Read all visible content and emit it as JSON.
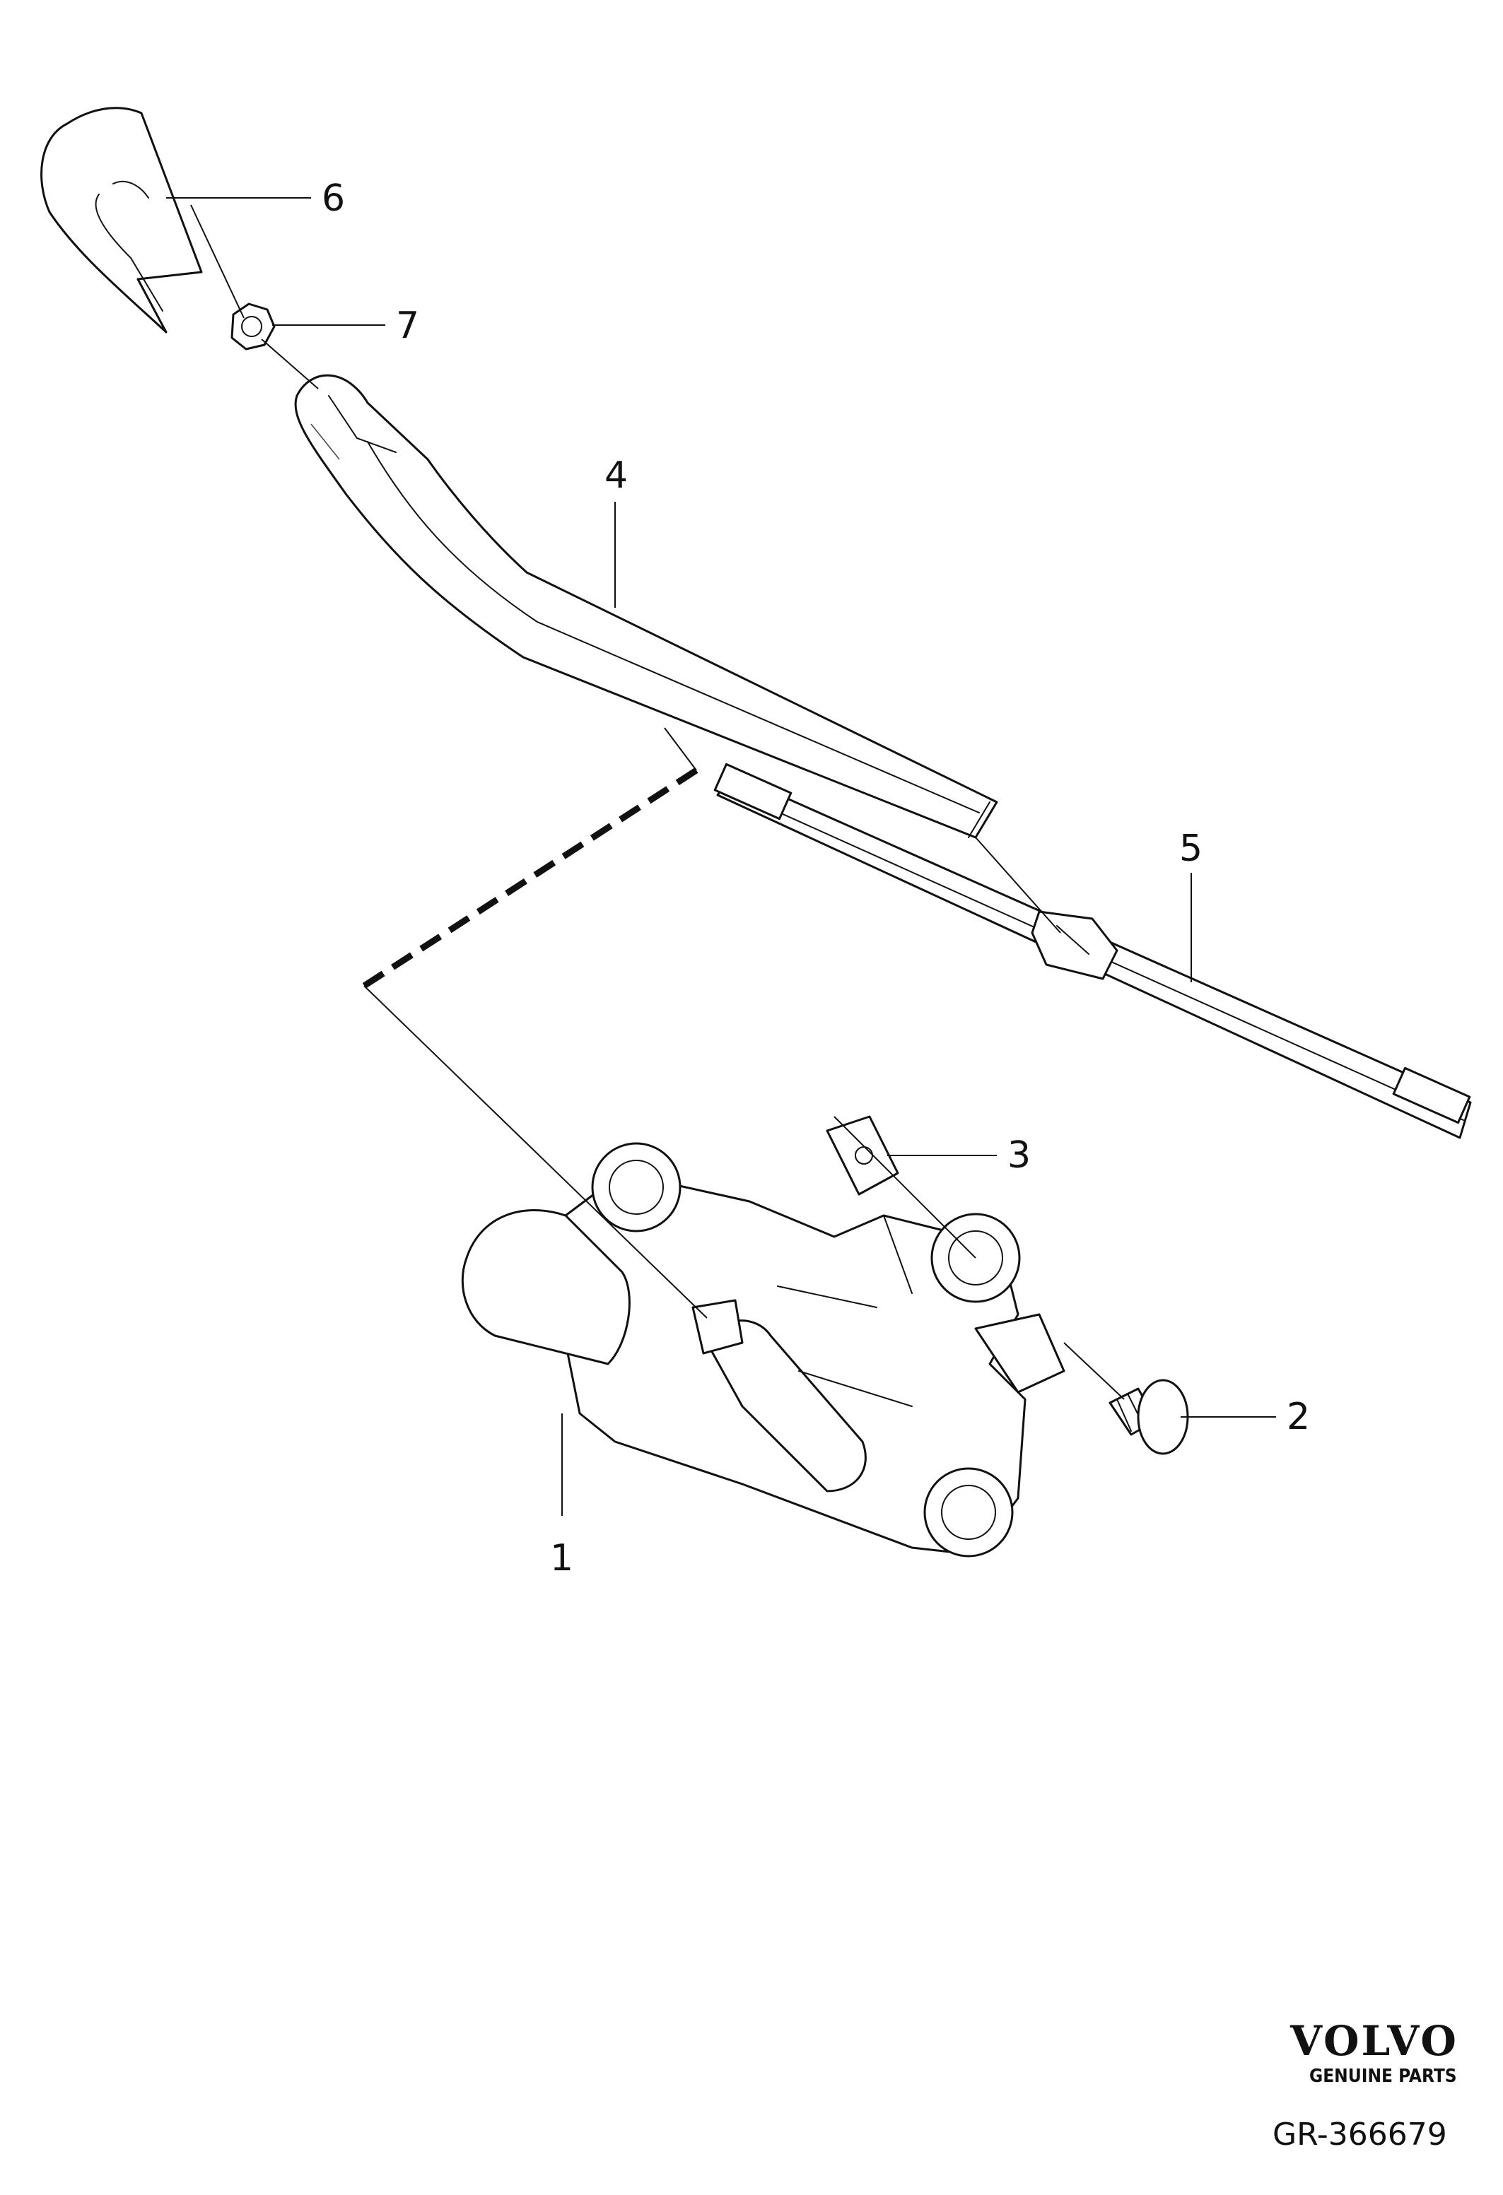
{
  "callouts": [
    {
      "id": "1",
      "label": "1"
    },
    {
      "id": "2",
      "label": "2"
    },
    {
      "id": "3",
      "label": "3"
    },
    {
      "id": "4",
      "label": "4"
    },
    {
      "id": "5",
      "label": "5"
    },
    {
      "id": "6",
      "label": "6"
    },
    {
      "id": "7",
      "label": "7"
    }
  ],
  "brand": {
    "name": "VOLVO",
    "tagline": "GENUINE PARTS"
  },
  "reference_code": "GR-366679"
}
